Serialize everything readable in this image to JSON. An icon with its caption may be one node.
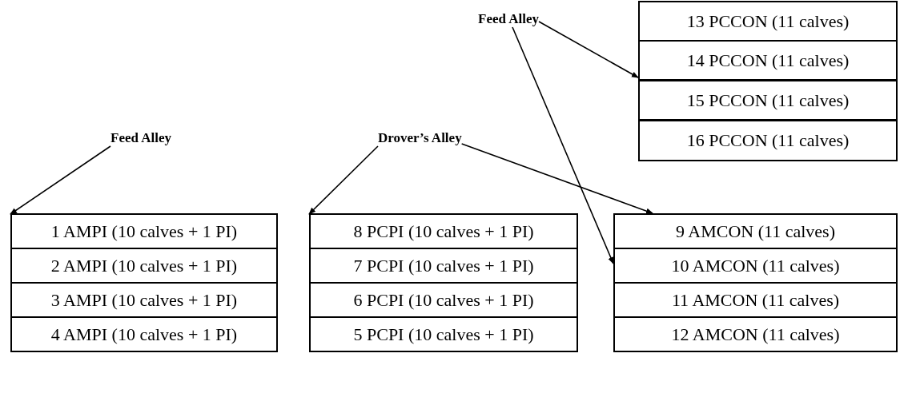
{
  "diagram": {
    "nodes": [
      {
        "text": [
          "Feed Alley"
        ]
      },
      {
        "text": [
          "13 PCCON (11 calves)"
        ]
      },
      {
        "text": [
          "14 PCCON (11 calves)"
        ]
      },
      {
        "text": [
          "15 PCCON (11 calves)"
        ]
      },
      {
        "text": [
          "16 PCCON (11 calves)"
        ]
      },
      {
        "text": [
          "Feed Alley"
        ]
      },
      {
        "text": [
          "Drover’s Alley"
        ]
      },
      {
        "text": [
          "1 AMPI (10 calves + 1 PI)"
        ]
      },
      {
        "text": [
          "2 AMPI (10 calves + 1 PI)"
        ]
      },
      {
        "text": [
          "3 AMPI (10 calves + 1 PI)"
        ]
      },
      {
        "text": [
          "4 AMPI (10 calves + 1 PI)"
        ]
      },
      {
        "text": [
          "8 PCPI (10 calves + 1 PI)"
        ]
      },
      {
        "text": [
          "7 PCPI (10 calves + 1 PI)"
        ]
      },
      {
        "text": [
          "6 PCPI (10 calves + 1 PI)"
        ]
      },
      {
        "text": [
          "5 PCPI (10 calves + 1 PI)"
        ]
      },
      {
        "text": [
          "9 AMCON (11 calves)"
        ]
      },
      {
        "text": [
          "10 AMCON (11 calves)"
        ]
      },
      {
        "text": [
          "11 AMCON (11 calves)"
        ]
      },
      {
        "text": [
          "12 AMCON (11 calves)"
        ]
      }
    ],
    "edges": [
      {
        "from": 0,
        "to": 2,
        "arrow": "to"
      },
      {
        "from": 0,
        "to": 16,
        "arrow": "to"
      },
      {
        "from": 5,
        "to": 7,
        "arrow": "to"
      },
      {
        "from": 6,
        "to": 11,
        "arrow": "to"
      },
      {
        "from": 6,
        "to": 15,
        "arrow": "to"
      }
    ]
  }
}
